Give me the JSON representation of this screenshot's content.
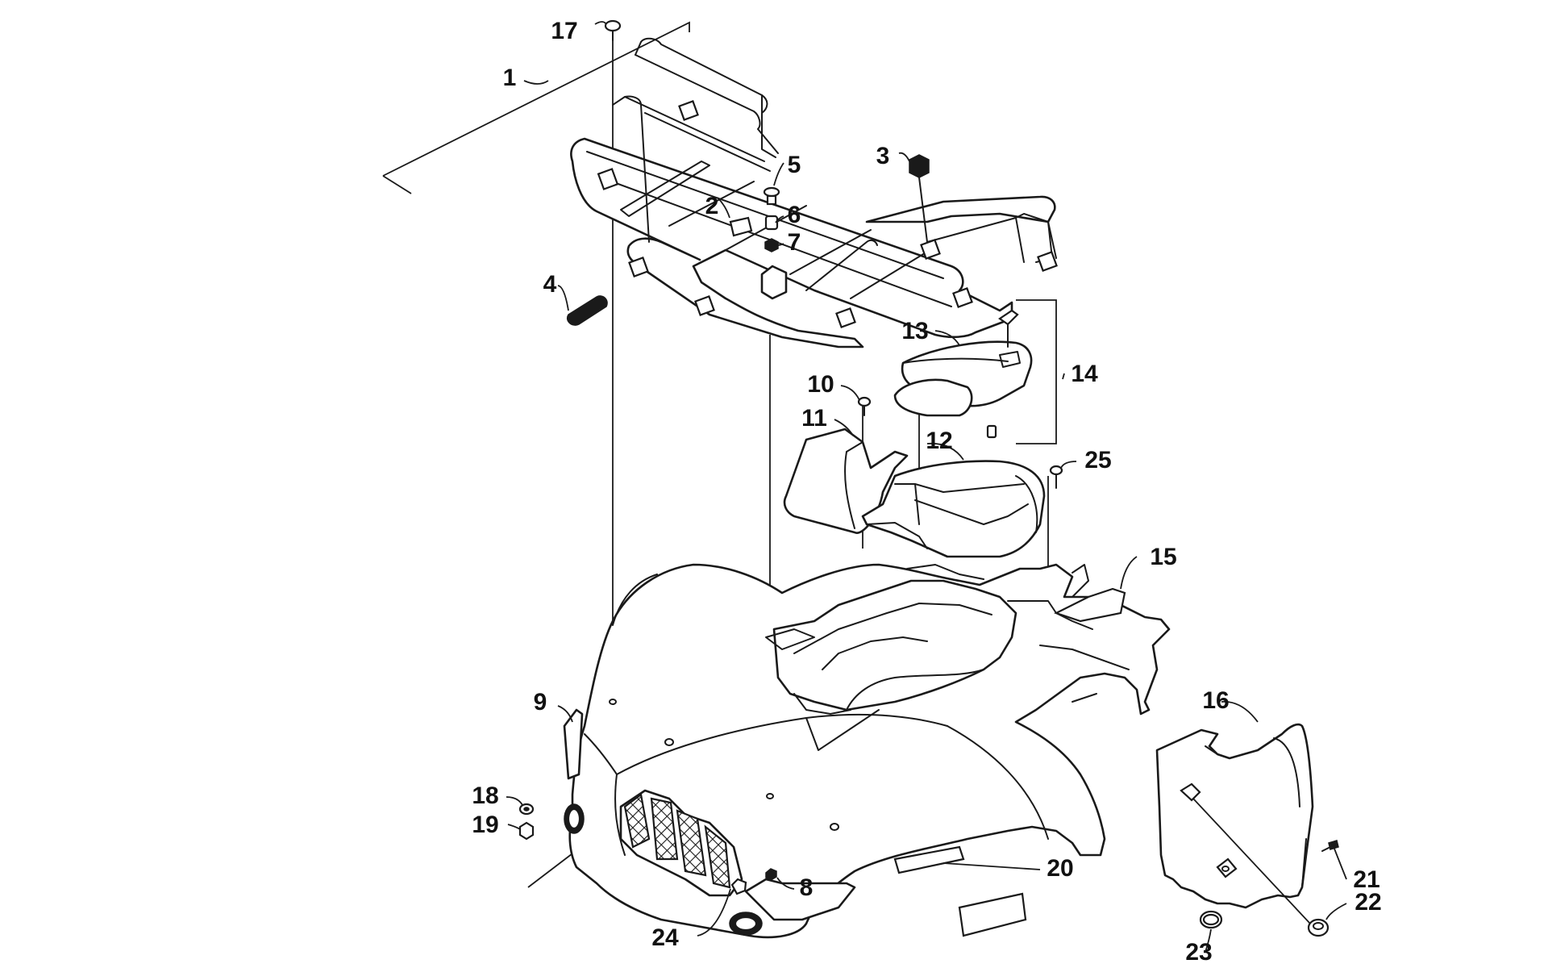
{
  "diagram": {
    "callouts": [
      {
        "id": "1",
        "label": "1"
      },
      {
        "id": "2",
        "label": "2"
      },
      {
        "id": "3",
        "label": "3"
      },
      {
        "id": "4",
        "label": "4"
      },
      {
        "id": "5",
        "label": "5"
      },
      {
        "id": "6",
        "label": "6"
      },
      {
        "id": "7",
        "label": "7"
      },
      {
        "id": "8",
        "label": "8"
      },
      {
        "id": "9",
        "label": "9"
      },
      {
        "id": "10",
        "label": "10"
      },
      {
        "id": "11",
        "label": "11"
      },
      {
        "id": "12",
        "label": "12"
      },
      {
        "id": "13",
        "label": "13"
      },
      {
        "id": "14",
        "label": "14"
      },
      {
        "id": "15",
        "label": "15"
      },
      {
        "id": "16",
        "label": "16"
      },
      {
        "id": "17",
        "label": "17"
      },
      {
        "id": "18",
        "label": "18"
      },
      {
        "id": "19",
        "label": "19"
      },
      {
        "id": "20",
        "label": "20"
      },
      {
        "id": "21",
        "label": "21"
      },
      {
        "id": "22",
        "label": "22"
      },
      {
        "id": "23",
        "label": "23"
      },
      {
        "id": "24",
        "label": "24"
      },
      {
        "id": "25",
        "label": "25"
      }
    ]
  }
}
